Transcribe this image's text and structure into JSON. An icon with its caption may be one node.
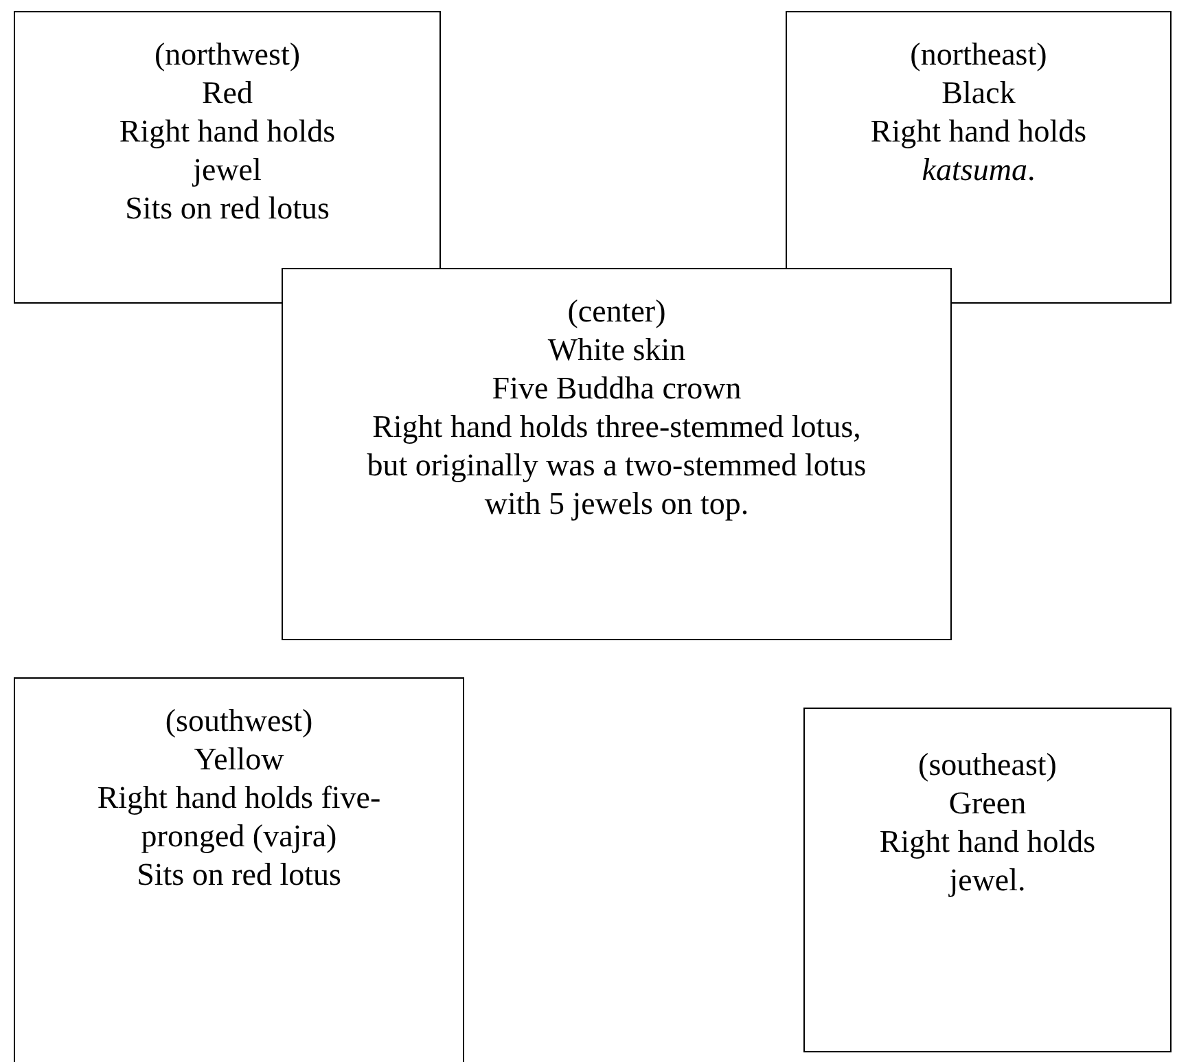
{
  "diagram": {
    "nodes": [
      {
        "text": [
          "(northwest)",
          "Red",
          "Right hand holds jewel",
          "Sits on red lotus"
        ]
      },
      {
        "text": [
          "(northeast)",
          "Black",
          "Right hand holds *katsuma*."
        ]
      },
      {
        "text": [
          "(center)",
          "White skin",
          "Five Buddha crown",
          "Right hand holds three-stemmed lotus, but originally was a two-stemmed lotus with 5 jewels on top."
        ]
      },
      {
        "text": [
          "(southwest)",
          "Yellow",
          "Right hand holds five-pronged (vajra)",
          "Sits on red lotus"
        ]
      },
      {
        "text": [
          "(southeast)",
          "Green",
          "Right hand holds jewel."
        ]
      }
    ]
  }
}
